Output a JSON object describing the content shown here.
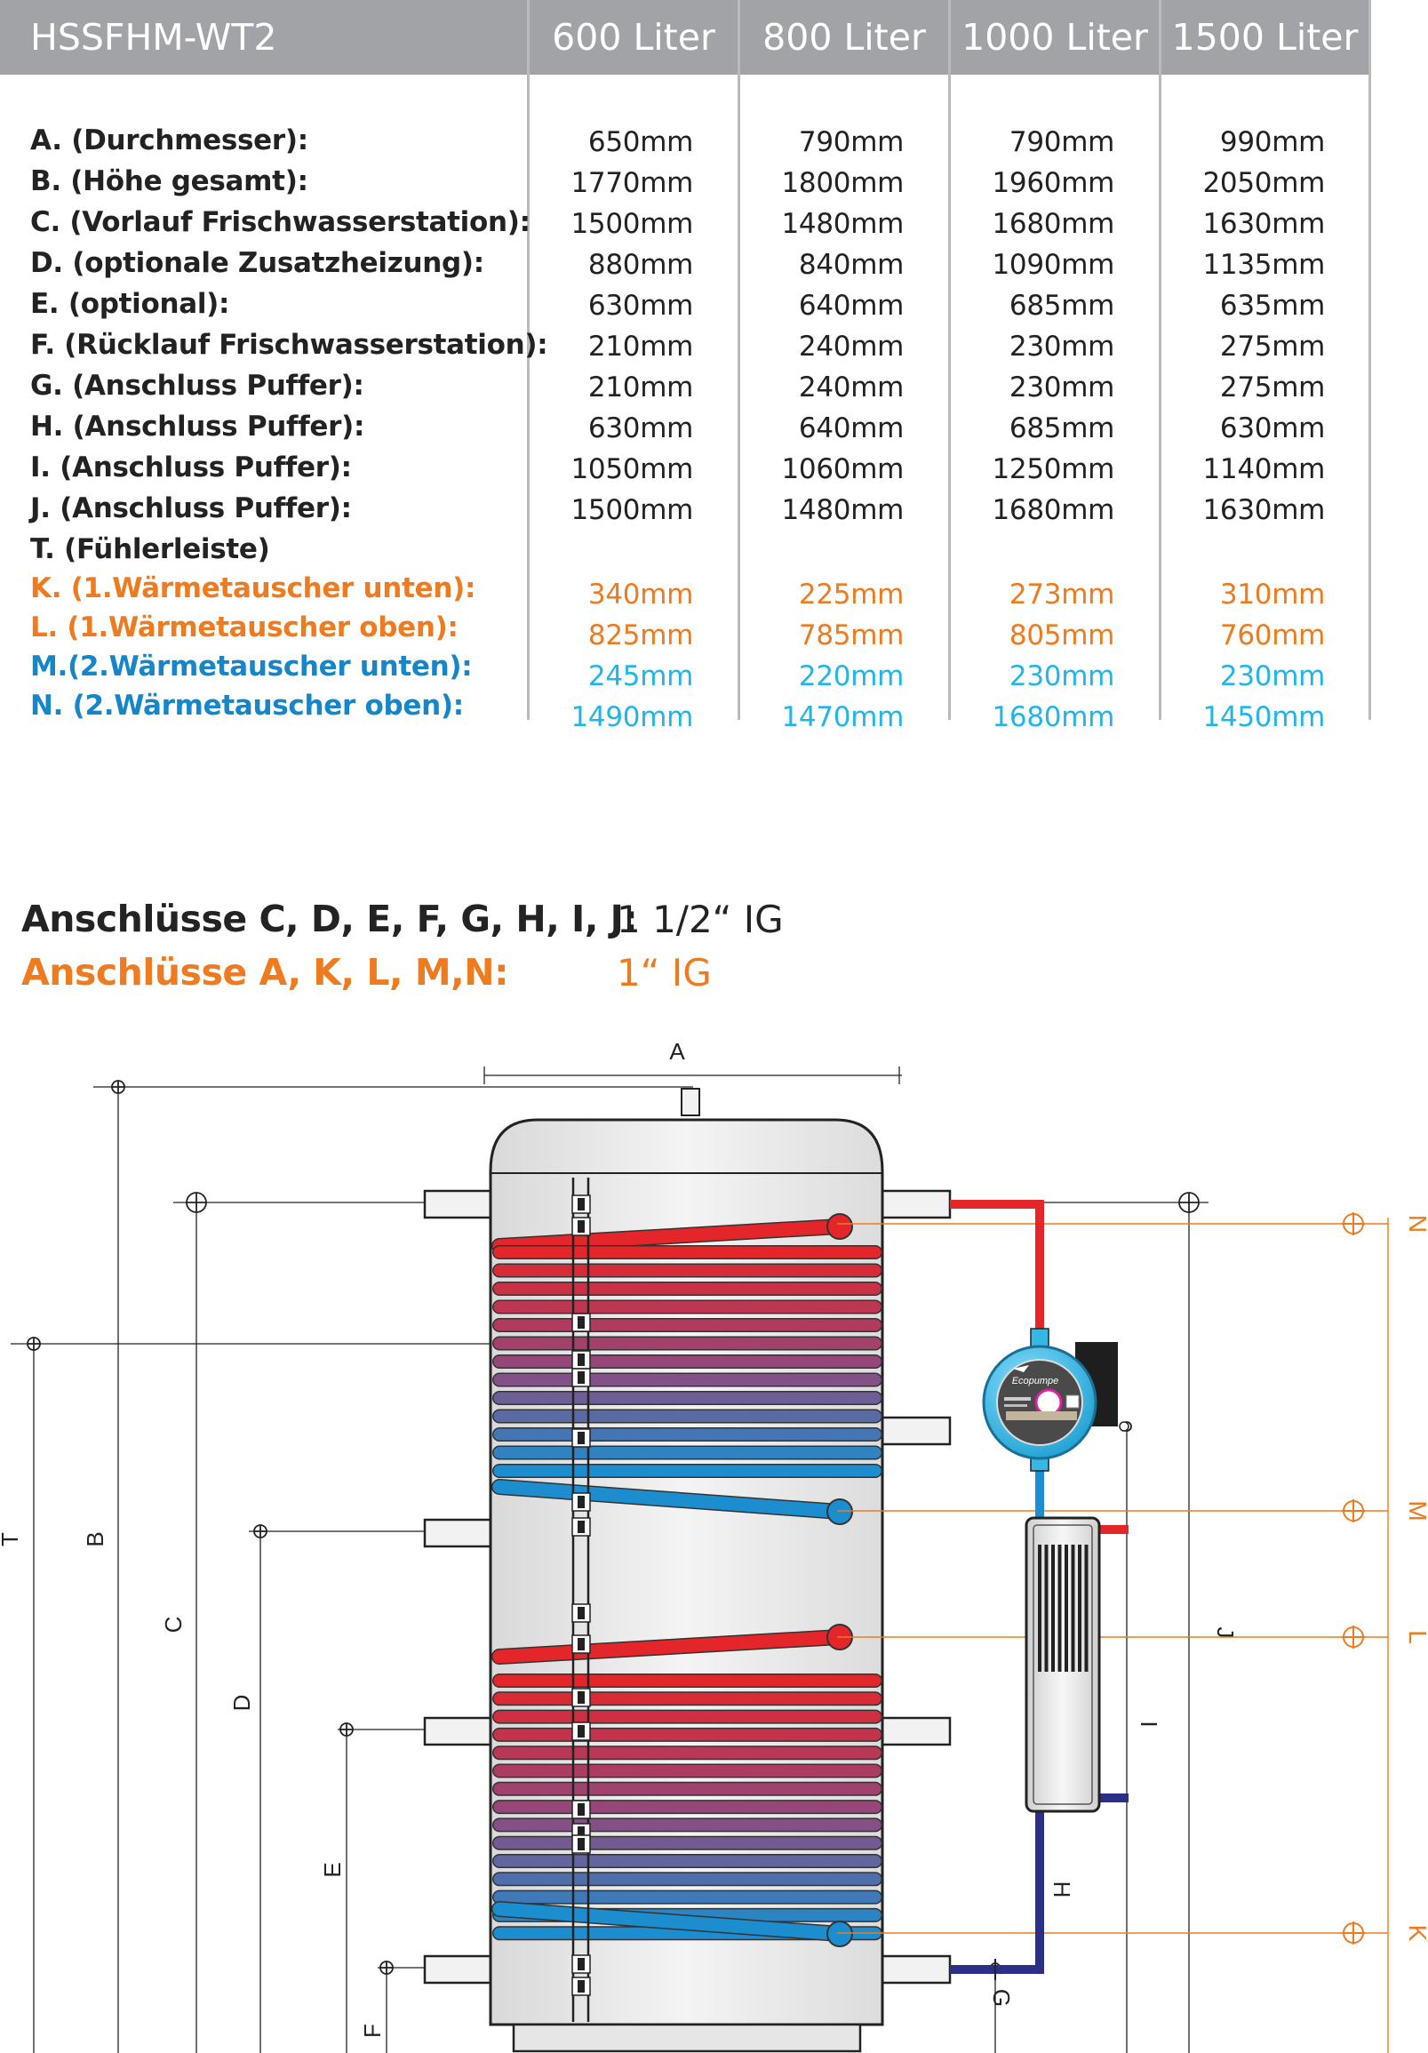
{
  "table": {
    "model": "HSSFHM-WT2",
    "columns": [
      "600 Liter",
      "800 Liter",
      "1000 Liter",
      "1500 Liter"
    ],
    "rows": [
      {
        "label": "A. (Durchmesser):",
        "values": [
          "650mm",
          "790mm",
          "790mm",
          "990mm"
        ],
        "color": "dark"
      },
      {
        "label": "B. (Höhe gesamt):",
        "values": [
          "1770mm",
          "1800mm",
          "1960mm",
          "2050mm"
        ],
        "color": "dark"
      },
      {
        "label": "C. (Vorlauf Frischwasserstation):",
        "values": [
          "1500mm",
          "1480mm",
          "1680mm",
          "1630mm"
        ],
        "color": "dark"
      },
      {
        "label": "D. (optionale Zusatzheizung):",
        "values": [
          "880mm",
          "840mm",
          "1090mm",
          "1135mm"
        ],
        "color": "dark"
      },
      {
        "label": "E. (optional):",
        "values": [
          "630mm",
          "640mm",
          "685mm",
          "635mm"
        ],
        "color": "dark"
      },
      {
        "label": "F. (Rücklauf Frischwasserstation):",
        "values": [
          "210mm",
          "240mm",
          "230mm",
          "275mm"
        ],
        "color": "dark"
      },
      {
        "label": "G. (Anschluss Puffer):",
        "values": [
          "210mm",
          "240mm",
          "230mm",
          "275mm"
        ],
        "color": "dark"
      },
      {
        "label": "H. (Anschluss Puffer):",
        "values": [
          "630mm",
          "640mm",
          "685mm",
          "630mm"
        ],
        "color": "dark"
      },
      {
        "label": "I.  (Anschluss Puffer):",
        "values": [
          "1050mm",
          "1060mm",
          "1250mm",
          "1140mm"
        ],
        "color": "dark"
      },
      {
        "label": "J.  (Anschluss Puffer):",
        "values": [
          "1500mm",
          "1480mm",
          "1680mm",
          "1630mm"
        ],
        "color": "dark"
      },
      {
        "label": "T.  (Fühlerleiste)",
        "values": [
          "",
          "",
          "",
          ""
        ],
        "color": "dark"
      },
      {
        "label": "K. (1.Wärmetauscher unten):",
        "values": [
          "340mm",
          "225mm",
          "273mm",
          "310mm"
        ],
        "color": "orange"
      },
      {
        "label": "L.  (1.Wärmetauscher oben):",
        "values": [
          "825mm",
          "785mm",
          "805mm",
          "760mm"
        ],
        "color": "orange"
      },
      {
        "label": "M.(2.Wärmetauscher unten):",
        "values": [
          "245mm",
          "220mm",
          "230mm",
          "230mm"
        ],
        "color": "blue"
      },
      {
        "label": "N. (2.Wärmetauscher oben):",
        "values": [
          "1490mm",
          "1470mm",
          "1680mm",
          "1450mm"
        ],
        "color": "blue"
      }
    ]
  },
  "connections": [
    {
      "label": "Anschlüsse C, D, E, F, G, H, I, J:",
      "value": "1 1/2“ IG",
      "color": "dark"
    },
    {
      "label": "Anschlüsse A, K, L, M,N:",
      "value": "1“ IG",
      "color": "orange"
    }
  ],
  "diagram": {
    "dimension_labels": [
      "A",
      "B",
      "C",
      "D",
      "E",
      "F",
      "G",
      "H",
      "I",
      "J",
      "T"
    ],
    "side_labels": [
      "N",
      "M",
      "L",
      "K"
    ],
    "pump_brand": "Ecopumpe",
    "colors": {
      "hot": "#e4262b",
      "cold": "#1c8ed0",
      "orange_line": "#ee7b1f",
      "return_pipe": "#2b2f86",
      "pump_body": "#35b9e4"
    }
  }
}
